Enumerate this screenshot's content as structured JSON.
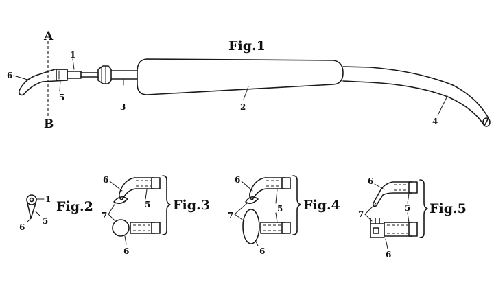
{
  "figures": {
    "fig1": "Fig.1",
    "fig2": "Fig.2",
    "fig3": "Fig.3",
    "fig4": "Fig.4",
    "fig5": "Fig.5"
  },
  "section_line": {
    "top": "A",
    "bottom": "B"
  },
  "fig1_parts": {
    "p1": "1",
    "p2": "2",
    "p3": "3",
    "p4": "4",
    "p5": "5",
    "p6": "6"
  },
  "fig2_parts": {
    "p1": "1",
    "p5": "5",
    "p6": "6"
  },
  "fig3_parts": {
    "p5": "5",
    "p6_top": "6",
    "p6_bottom": "6",
    "p7": "7"
  },
  "fig4_parts": {
    "p5": "5",
    "p6_top": "6",
    "p6_bottom": "6",
    "p7": "7"
  },
  "fig5_parts": {
    "p5": "5",
    "p6_top": "6",
    "p6_bottom": "6",
    "p7": "7"
  },
  "colors": {
    "ink": "#1a1a1a",
    "paper": "#ffffff"
  }
}
